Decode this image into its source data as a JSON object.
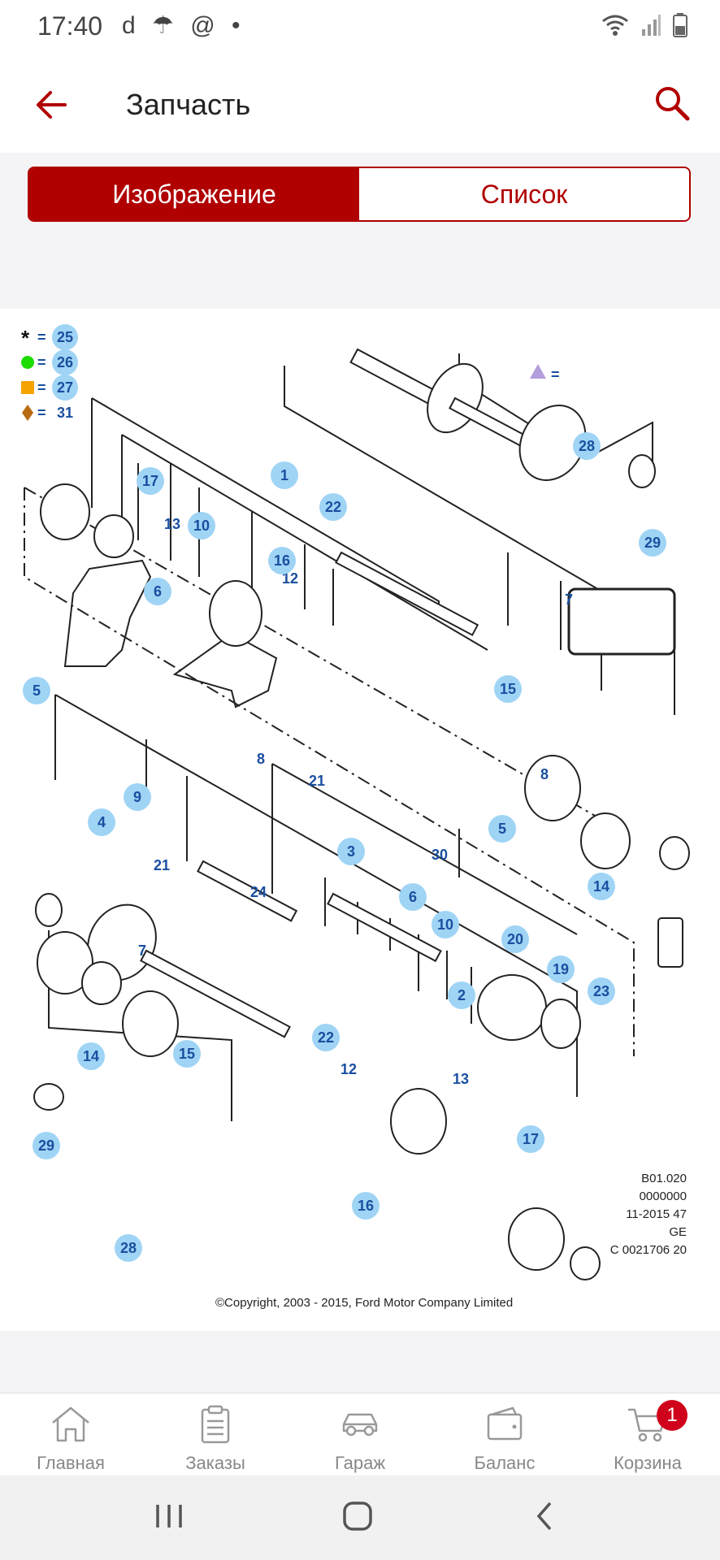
{
  "status": {
    "time": "17:40",
    "left_icons": "d ☂ @ •"
  },
  "appbar": {
    "title": "Запчасть"
  },
  "tabs": {
    "image": "Изображение",
    "list": "Список"
  },
  "diagram": {
    "legend": [
      "25",
      "26",
      "27",
      "31"
    ],
    "parts": [
      "1",
      "2",
      "3",
      "4",
      "5",
      "5",
      "6",
      "6",
      "7",
      "7",
      "8",
      "8",
      "9",
      "10",
      "10",
      "12",
      "12",
      "13",
      "13",
      "14",
      "14",
      "15",
      "15",
      "16",
      "16",
      "17",
      "17",
      "19",
      "20",
      "21",
      "21",
      "22",
      "22",
      "23",
      "24",
      "28",
      "28",
      "29",
      "29",
      "30"
    ],
    "drawing_code": [
      "B01.020",
      "0000000",
      "11-2015 47",
      "GE",
      "C 0021706 20"
    ],
    "copyright": "©Copyright, 2003 - 2015, Ford Motor Company Limited"
  },
  "bottom_nav": {
    "items": [
      {
        "label": "Главная"
      },
      {
        "label": "Заказы"
      },
      {
        "label": "Гараж"
      },
      {
        "label": "Баланс"
      },
      {
        "label": "Корзина"
      }
    ],
    "cart_count": "1"
  },
  "colors": {
    "accent": "#b00000",
    "part_bubble": "#9fd4f5",
    "part_text": "#1a4fa0",
    "orange": "#f5a300",
    "green": "#1ddc00",
    "brown": "#b86a12",
    "violet": "#b39ddb"
  }
}
